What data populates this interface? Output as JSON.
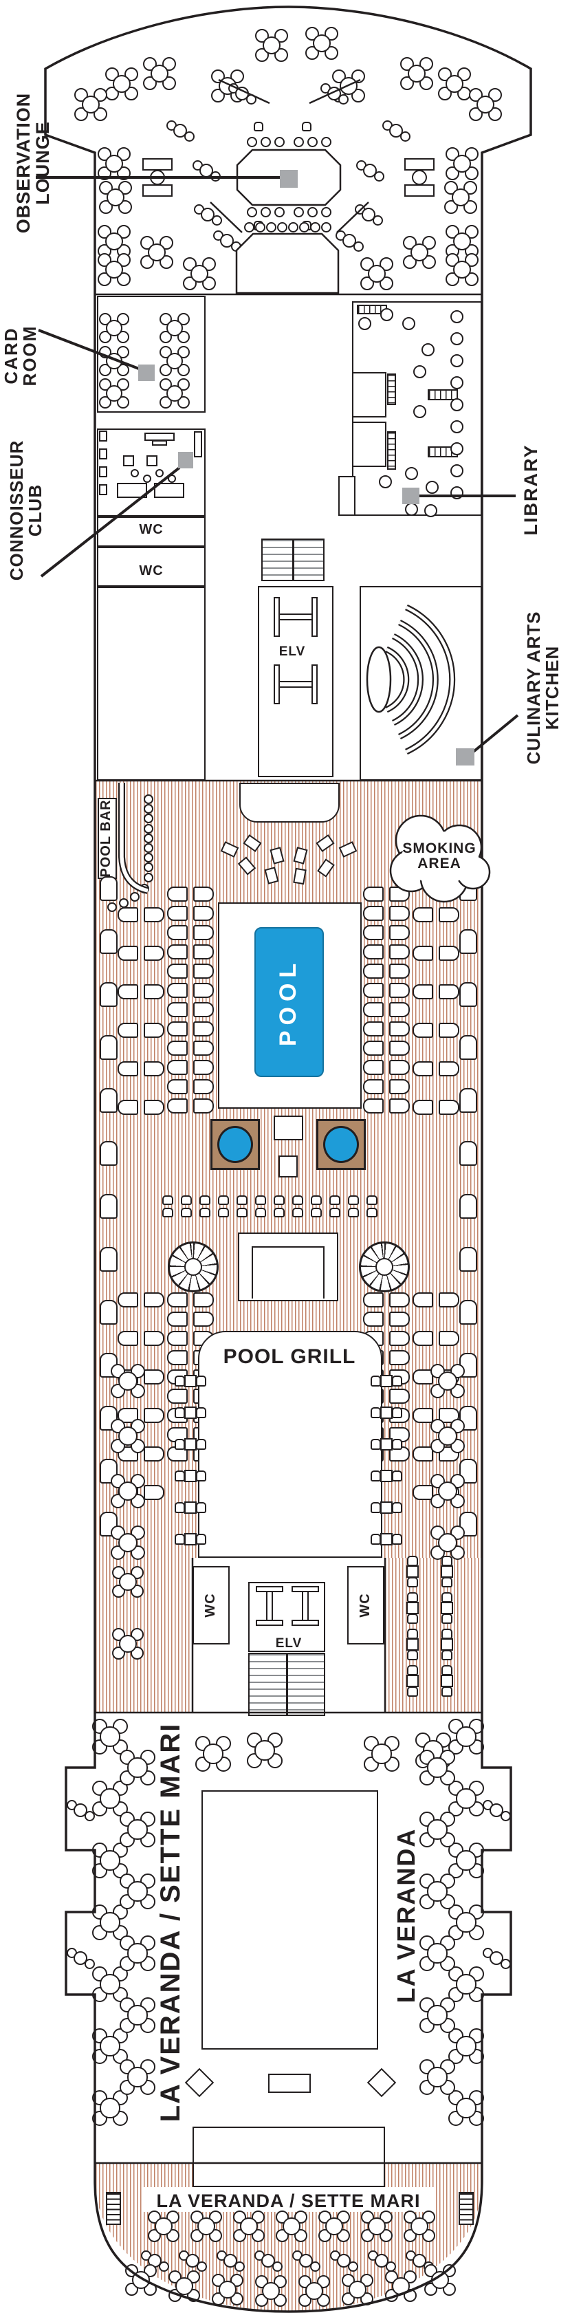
{
  "deck_plan": {
    "areas": {
      "observation_lounge": {
        "label": "OBSERVATION LOUNGE"
      },
      "card_room": {
        "label": "CARD\nROOM"
      },
      "connoisseur_club": {
        "label": "CONNOISSEUR\nCLUB"
      },
      "library": {
        "label": "LIBRARY"
      },
      "culinary_arts_kitchen": {
        "label": "CULINARY ARTS\nKITCHEN"
      },
      "pool_bar": {
        "label": "POOL BAR"
      },
      "smoking_area": {
        "label": "SMOKING\nAREA"
      },
      "pool": {
        "label": "POOL"
      },
      "pool_grill": {
        "label": "POOL GRILL"
      },
      "wc": {
        "label": "WC"
      },
      "elevator": {
        "label": "ELV"
      },
      "la_veranda_sette_mari_port": {
        "label": "LA VERANDA / SETTE MARI"
      },
      "la_veranda_starboard": {
        "label": "LA VERANDA"
      },
      "la_veranda_sette_mari_stern": {
        "label": "LA VERANDA / SETTE MARI"
      }
    },
    "colors": {
      "outline": "#231f20",
      "pool_blue": "#1e9cd8",
      "hot_tub_brown": "#b08968",
      "deck_plank": "#c08267",
      "marker_gray": "#a7a9ac"
    }
  }
}
